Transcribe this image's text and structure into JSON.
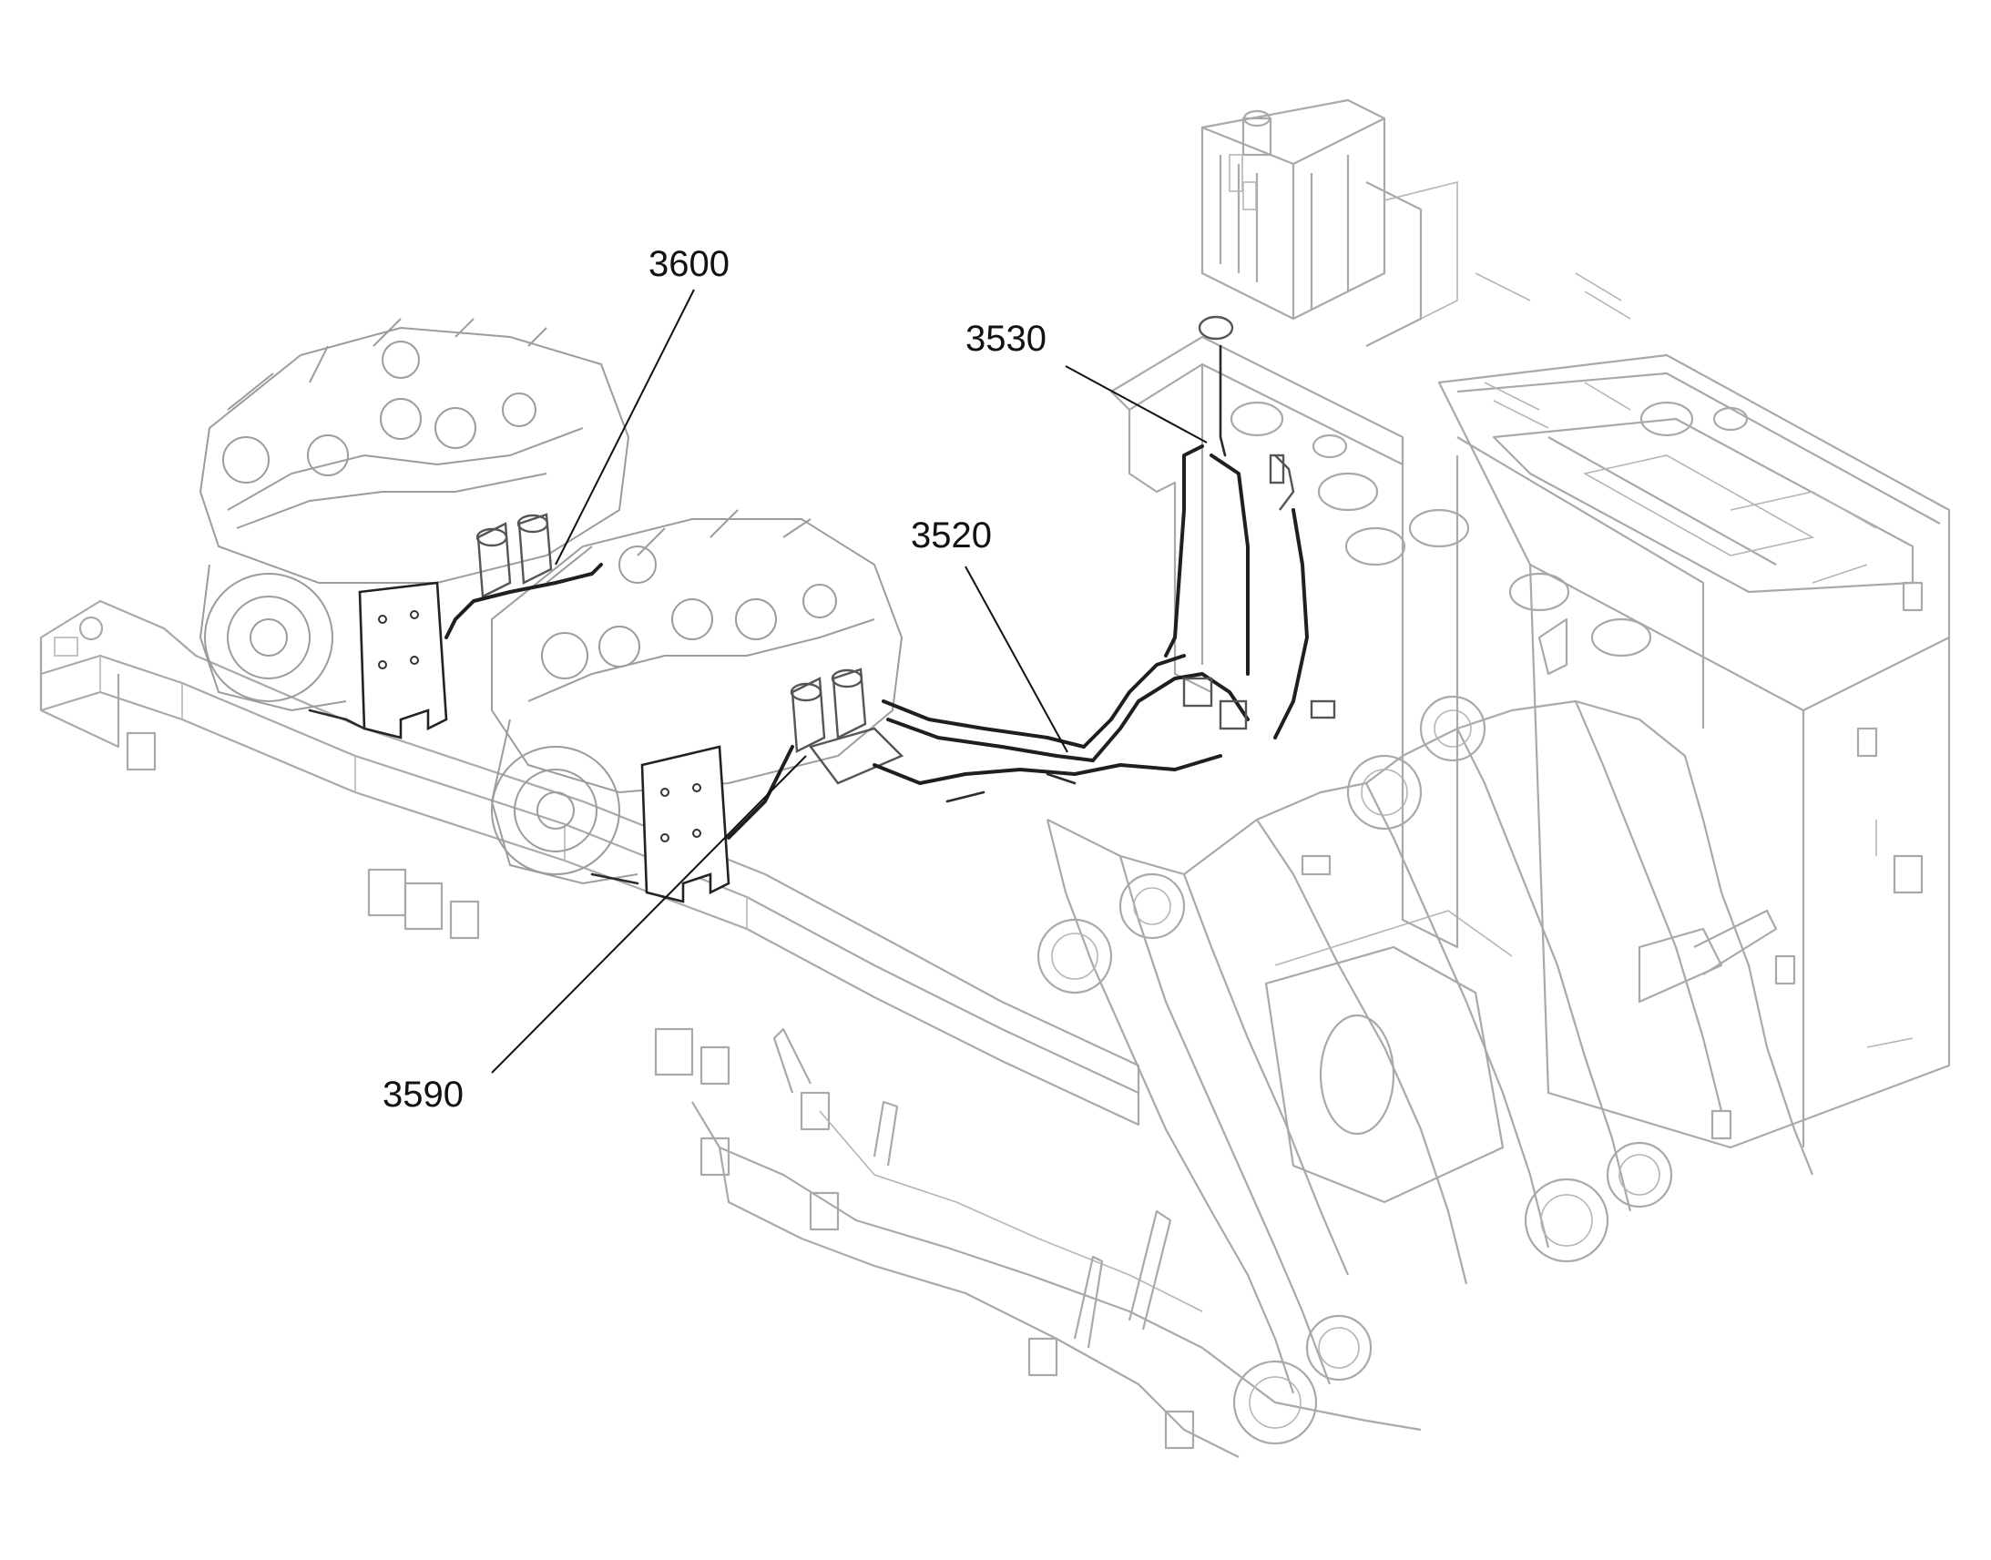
{
  "callouts": {
    "c3600": "3600",
    "c3530": "3530",
    "c3520": "3520",
    "c3590": "3590"
  },
  "colors": {
    "frame_line": "#a9a9a9",
    "harness": "#1f1f1f",
    "text": "#111111",
    "background": "#ffffff"
  }
}
